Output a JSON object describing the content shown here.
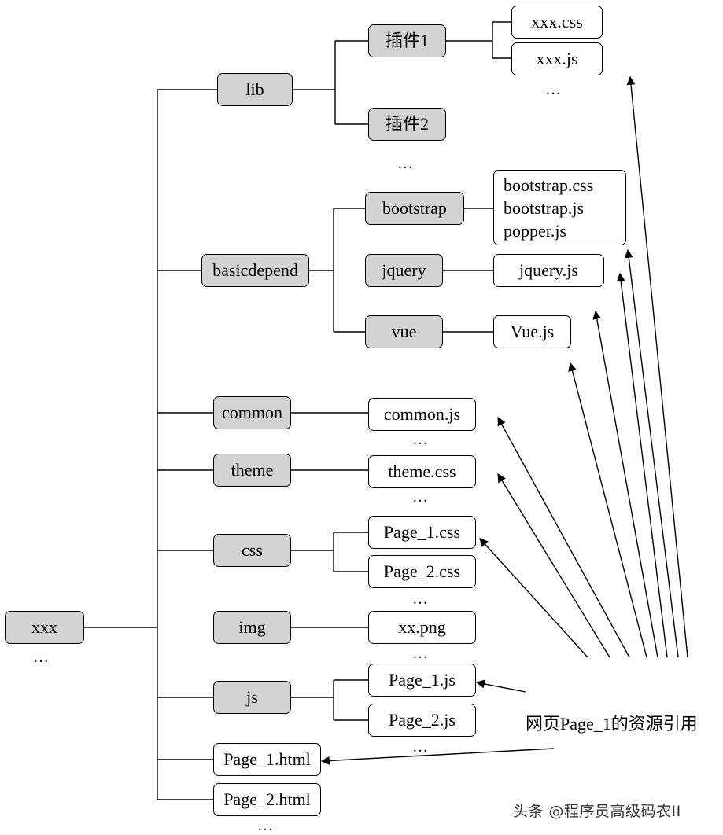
{
  "root": {
    "label": "xxx",
    "more": "…"
  },
  "lib": {
    "label": "lib",
    "plugin1": {
      "label": "插件1",
      "files": [
        "xxx.css",
        "xxx.js"
      ],
      "more": "…"
    },
    "plugin2": {
      "label": "插件2"
    },
    "more": "…"
  },
  "basicdepend": {
    "label": "basicdepend",
    "bootstrap": {
      "label": "bootstrap",
      "files": [
        "bootstrap.css",
        "bootstrap.js",
        "popper.js"
      ]
    },
    "jquery": {
      "label": "jquery",
      "file": "jquery.js"
    },
    "vue": {
      "label": "vue",
      "file": "Vue.js"
    }
  },
  "common": {
    "label": "common",
    "file": "common.js",
    "more": "…"
  },
  "theme": {
    "label": "theme",
    "file": "theme.css",
    "more": "…"
  },
  "css": {
    "label": "css",
    "files": [
      "Page_1.css",
      "Page_2.css"
    ],
    "more": "…"
  },
  "img": {
    "label": "img",
    "file": "xx.png",
    "more": "…"
  },
  "js": {
    "label": "js",
    "files": [
      "Page_1.js",
      "Page_2.js"
    ],
    "more": "…"
  },
  "html_files": [
    "Page_1.html",
    "Page_2.html"
  ],
  "html_more": "…",
  "caption": "网页Page_1的资源引用",
  "watermark": "头条 @程序员高级码农II"
}
